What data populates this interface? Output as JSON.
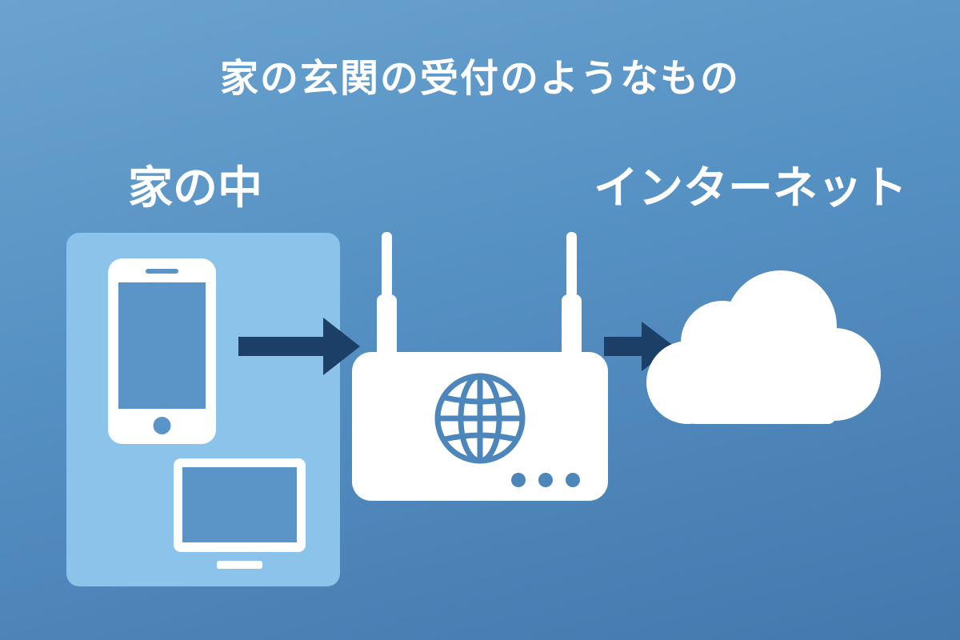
{
  "title": "家の玄関の受付のようなもの",
  "labels": {
    "home": "家の中",
    "internet": "インターネット"
  },
  "colors": {
    "background_top": "#6aa3cf",
    "background_bottom": "#4378ad",
    "home_panel": "#8cc3ea",
    "device_fill": "#ffffff",
    "screen_fill": "#5b95c8",
    "arrow_fill": "#1b3f66",
    "globe_stroke": "#4d86ba"
  },
  "icons": {
    "smartphone": "smartphone-icon",
    "monitor": "monitor-icon",
    "router": "router-icon",
    "globe": "globe-icon",
    "cloud": "cloud-icon"
  }
}
